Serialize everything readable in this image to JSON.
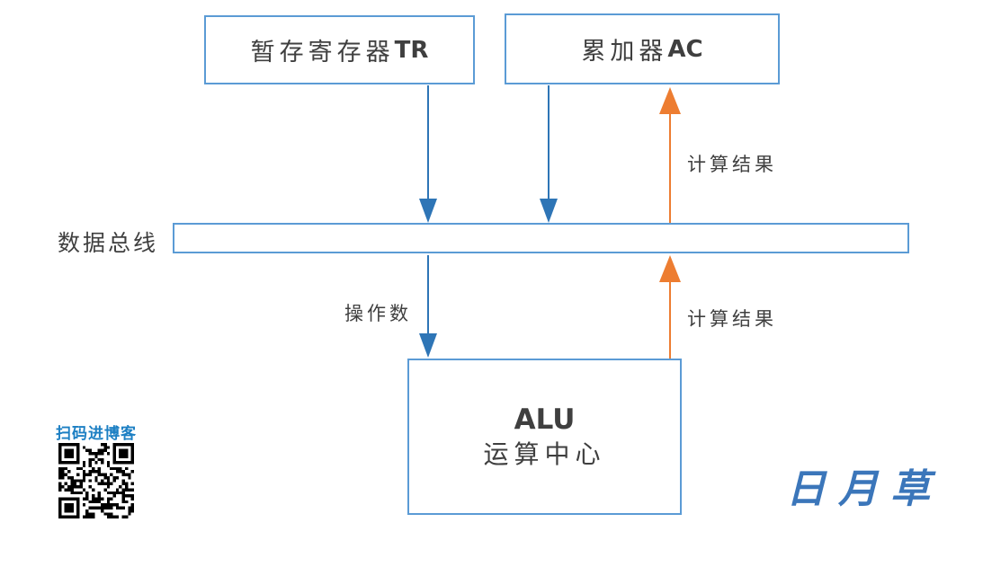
{
  "diagram": {
    "nodes": {
      "tr": {
        "label_cjk": "暂存寄存器",
        "label_latin": "TR"
      },
      "ac": {
        "label_cjk": "累加器",
        "label_latin": "AC"
      },
      "alu": {
        "line1": "ALU",
        "line2": "运算中心"
      },
      "bus": {
        "label": "数据总线"
      }
    },
    "edge_labels": {
      "result_top": "计算结果",
      "operand": "操作数",
      "result_bottom": "计算结果"
    },
    "colors": {
      "box_border": "#5B9BD5",
      "arrow_blue": "#2E75B6",
      "arrow_orange": "#ED7D31",
      "text": "#3F3F3F"
    }
  },
  "watermark": {
    "qr_label": "扫码进博客",
    "qr_label_color": "#1C7FC3",
    "signature": "日月草",
    "signature_color": "#3B76BA"
  }
}
